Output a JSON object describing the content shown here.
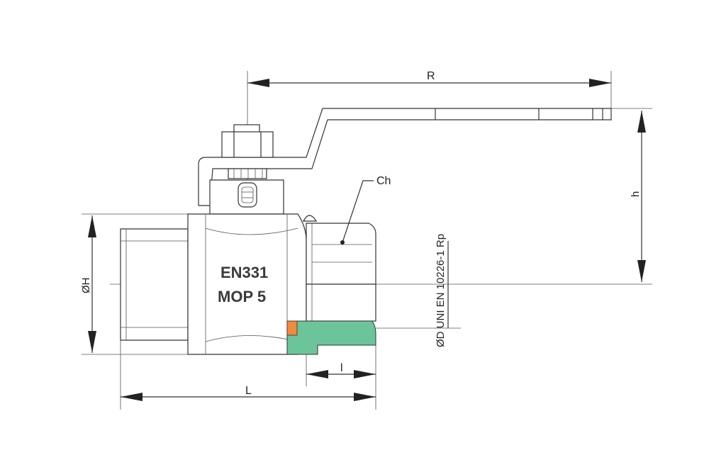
{
  "dimensions": {
    "R": "R",
    "h": "h",
    "Ch": "Ch",
    "H": "ØH",
    "L": "L",
    "l": "l",
    "D": "ØD UNI EN 10226-1 Rp"
  },
  "marking": {
    "line1": "EN331",
    "line2": "MOP 5"
  },
  "colors": {
    "seal_orange": "#f08a3c",
    "pipe_green": "#6cc59a",
    "line": "#333333"
  }
}
